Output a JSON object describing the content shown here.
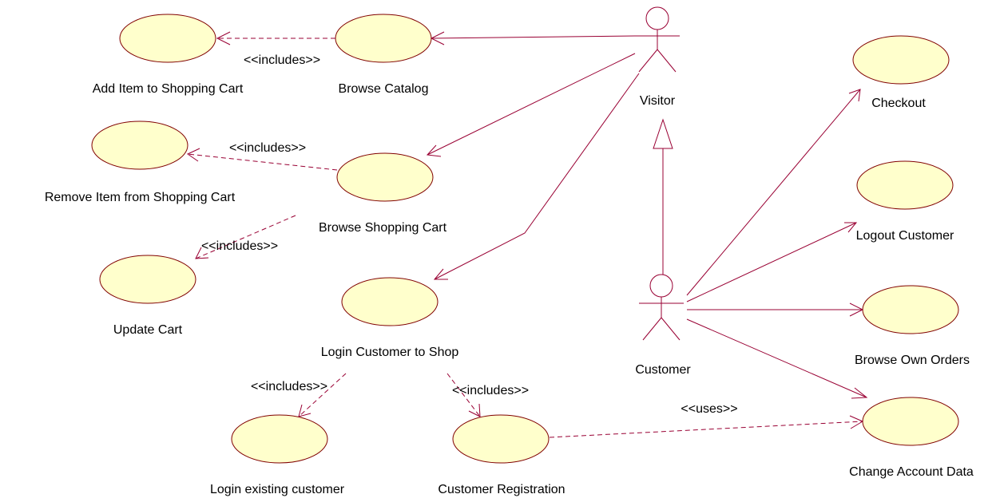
{
  "actors": {
    "visitor": "Visitor",
    "customer": "Customer"
  },
  "use_cases": {
    "add_item": "Add Item to Shopping Cart",
    "browse_catalog": "Browse Catalog",
    "remove_item": "Remove Item from Shopping Cart",
    "browse_cart": "Browse Shopping Cart",
    "update_cart": "Update Cart",
    "login_customer": "Login Customer to Shop",
    "login_existing": "Login existing customer",
    "registration": "Customer Registration",
    "checkout": "Checkout",
    "logout": "Logout Customer",
    "browse_orders": "Browse Own Orders",
    "change_account": "Change Account Data"
  },
  "relations": {
    "includes_1": "<<includes>>",
    "includes_2": "<<includes>>",
    "includes_3": "<<includes>>",
    "includes_4": "<<includes>>",
    "includes_5": "<<includes>>",
    "uses": "<<uses>>"
  },
  "colors": {
    "use_case_fill": "#ffffcc",
    "use_case_stroke": "#800000",
    "line": "#990033"
  }
}
